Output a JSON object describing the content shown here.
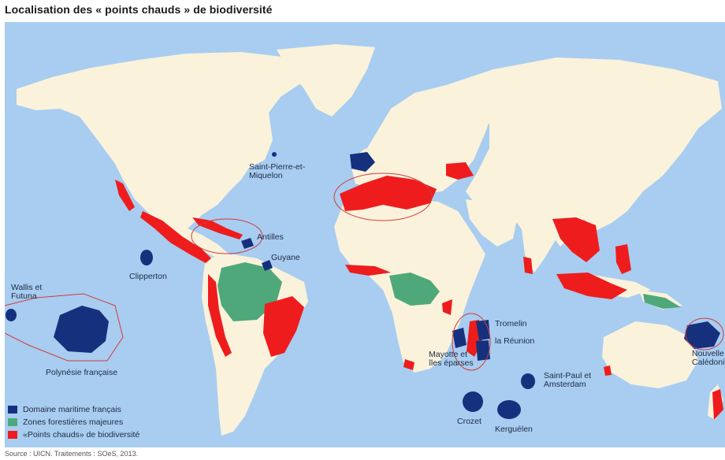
{
  "title": "Localisation des « points chauds » de biodiversité",
  "source": "Source : UICN. Traitements : SOeS, 2013.",
  "colors": {
    "ocean": "#a8cdf0",
    "land": "#fbf2dc",
    "maritime": "#15317e",
    "forest": "#4fa87a",
    "hotspot": "#ee1c1c"
  },
  "legend": [
    {
      "label": "Domaine maritime français",
      "color": "#15317e"
    },
    {
      "label": "Zones forestières majeures",
      "color": "#4fa87a"
    },
    {
      "label": "«Points chauds» de biodiversité",
      "color": "#ee1c1c"
    }
  ],
  "places": {
    "spm": [
      "Saint-Pierre-et-",
      "Miquelon"
    ],
    "antilles": "Antilles",
    "guyane": "Guyane",
    "clipperton": "Clipperton",
    "wallis": [
      "Wallis et",
      "Futuna"
    ],
    "polynesie": "Polynésie française",
    "tromelin": "Tromelin",
    "reunion": "la Réunion",
    "mayotte": [
      "Mayotte et",
      "îles éparses"
    ],
    "stpaul": [
      "Saint-Paul et",
      "Amsterdam"
    ],
    "crozet": "Crozet",
    "kerguelen": "Kerguélen",
    "nc": [
      "Nouvelle",
      "Calédonie"
    ]
  }
}
